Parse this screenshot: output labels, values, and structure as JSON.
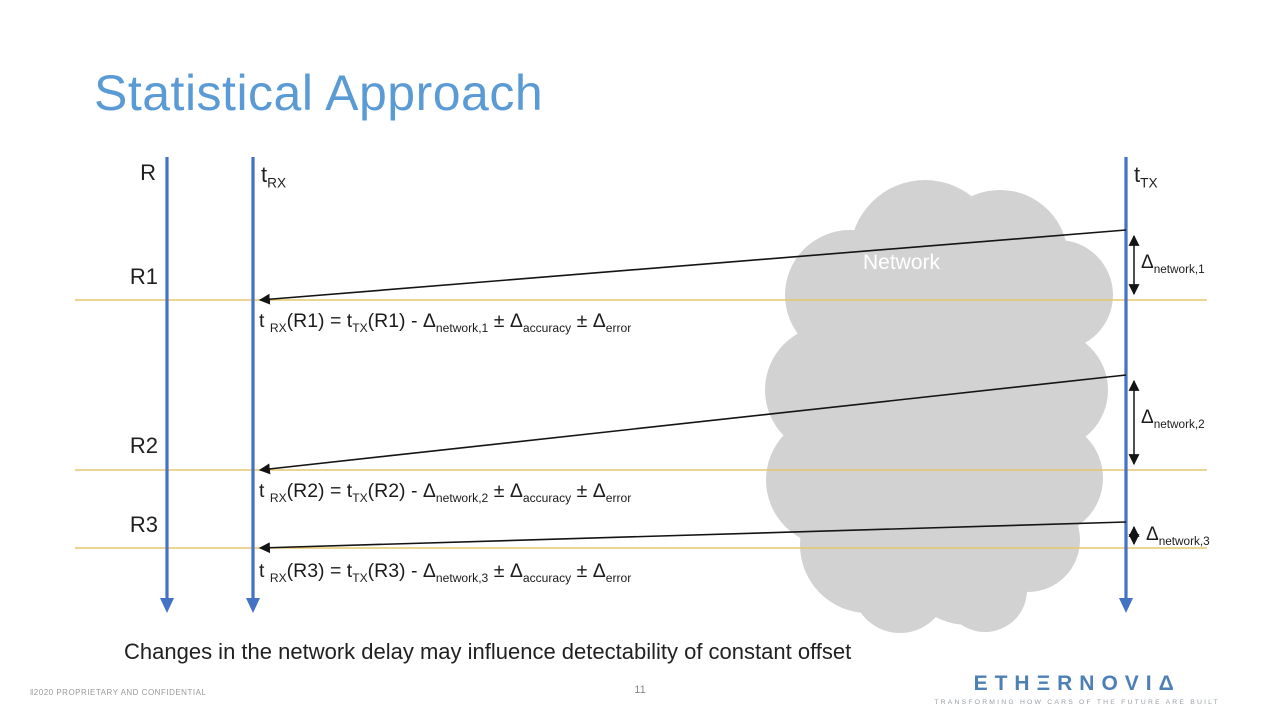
{
  "slide": {
    "title": "Statistical Approach",
    "message": "Changes in the network delay may influence detectability of constant offset"
  },
  "diagram": {
    "axes": {
      "r_label": "R",
      "trx_label": "t_{RX}",
      "ttx_label": "t_{TX}"
    },
    "cloud_label": "Network",
    "rows": [
      {
        "label": "R1",
        "formula": "t _{RX}(R1) = t_{TX}(R1) - Δ_{network,1} ± Δ_{accuracy} ± Δ_{error}",
        "delta_label": "Δ_{network,1}"
      },
      {
        "label": "R2",
        "formula": "t _{RX}(R2) = t_{TX}(R2) - Δ_{network,2} ± Δ_{accuracy} ± Δ_{error}",
        "delta_label": "Δ_{network,2}"
      },
      {
        "label": "R3",
        "formula": "t _{RX}(R3) = t_{TX}(R3) - Δ_{network,3} ± Δ_{accuracy} ± Δ_{error}",
        "delta_label": "Δ_{network,3}"
      }
    ]
  },
  "footer": {
    "confidential": "‖2020 PROPRIETARY AND CONFIDENTIAL",
    "page_number": "11",
    "logo_text": "ETHΞRNOVIΔ",
    "tagline": "TRANSFORMING HOW CARS OF THE FUTURE ARE BUILT"
  },
  "colors": {
    "title_blue": "#5B9BD5",
    "axis_blue": "#4472C4",
    "marker_yellow": "#E6C76E",
    "cloud_gray": "#D2D2D2",
    "logo_blue": "#4E7FB5",
    "text_black": "#1c1c1c"
  }
}
